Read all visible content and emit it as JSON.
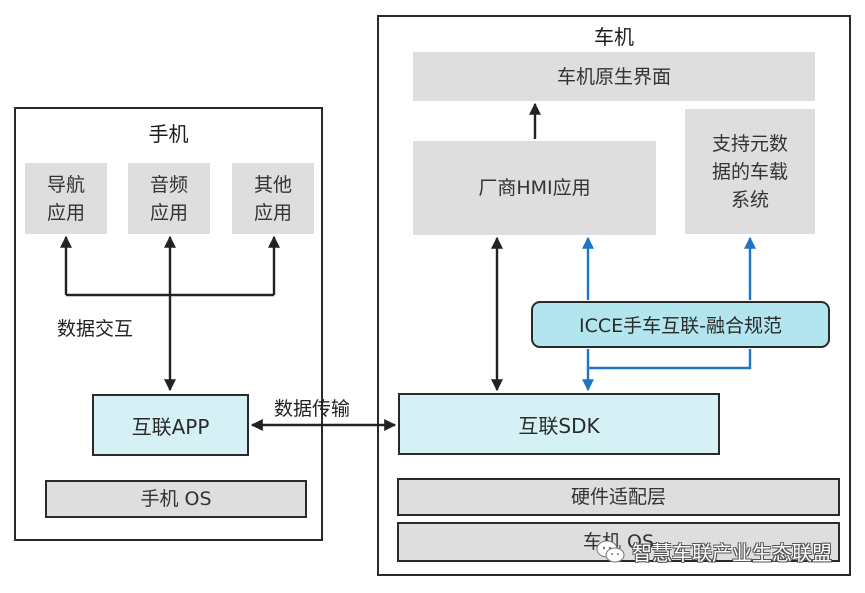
{
  "phone": {
    "title": "手机",
    "apps": [
      {
        "line1": "导航",
        "line2": "应用"
      },
      {
        "line1": "音频",
        "line2": "应用"
      },
      {
        "line1": "其他",
        "line2": "应用"
      }
    ],
    "data_interaction_label": "数据交互",
    "link_app": "互联APP",
    "os": "手机 OS"
  },
  "transfer_label": "数据传输",
  "car": {
    "title": "车机",
    "native_ui": "车机原生界面",
    "vendor_hmi": "厂商HMI应用",
    "metadata_system": {
      "line1": "支持元数",
      "line2": "据的车载",
      "line3": "系统"
    },
    "spec": "ICCE手车互联-融合规范",
    "link_sdk": "互联SDK",
    "hw_adapter": "硬件适配层",
    "os": "车机 OS"
  },
  "colors": {
    "arrow_black": "#222222",
    "arrow_blue": "#1f74c4",
    "app_box": "#dedede",
    "link_box": "#d6f1f5",
    "spec_box": "#b3e5ee"
  },
  "watermark": {
    "icon": "wechat-icon",
    "text": "智慧车联产业生态联盟"
  }
}
